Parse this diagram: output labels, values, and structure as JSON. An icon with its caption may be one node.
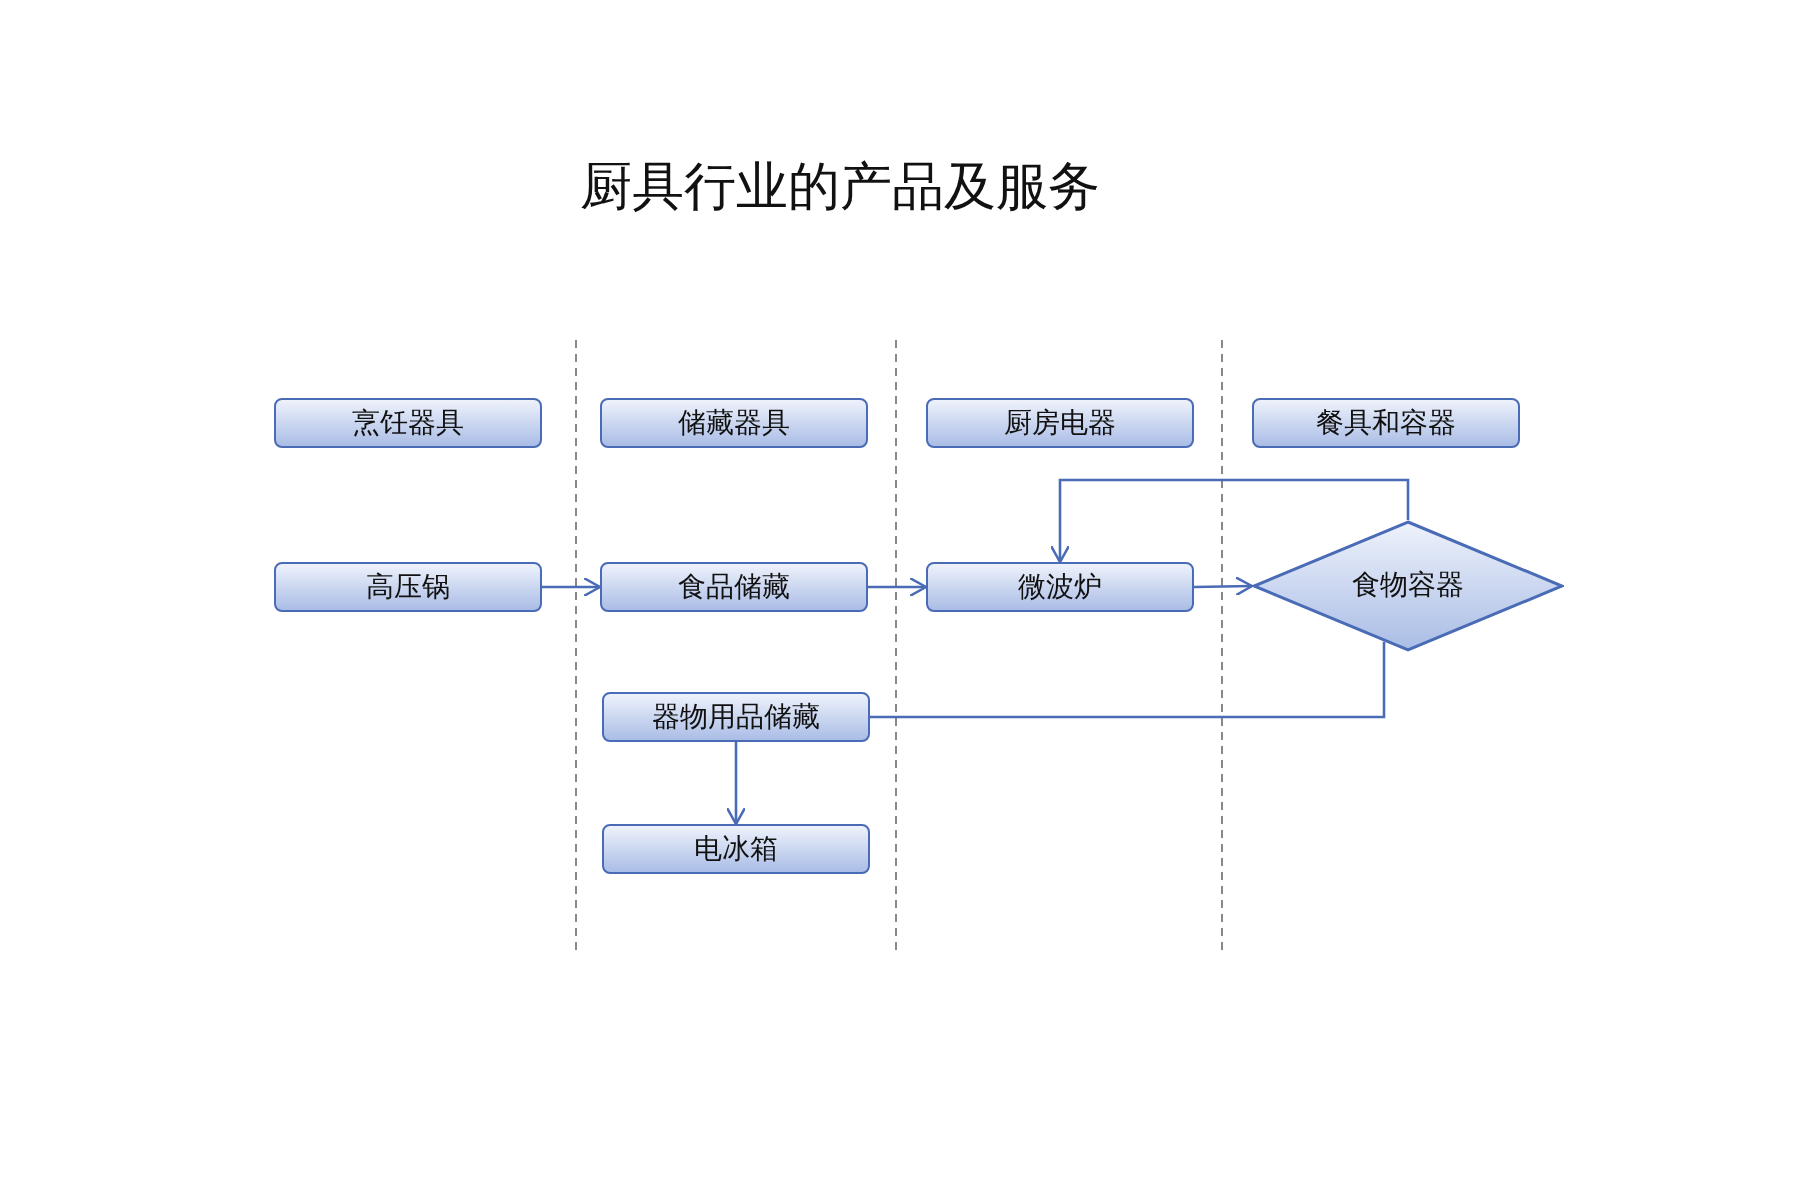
{
  "diagram": {
    "title": "厨具行业的产品及服务",
    "nodes": [
      {
        "text": [
          "烹饪器具"
        ]
      },
      {
        "text": [
          "储藏器具"
        ]
      },
      {
        "text": [
          "厨房电器"
        ]
      },
      {
        "text": [
          "餐具和容器"
        ]
      },
      {
        "text": [
          "高压锅"
        ]
      },
      {
        "text": [
          "食品储藏"
        ]
      },
      {
        "text": [
          "微波炉"
        ]
      },
      {
        "text": [
          "食物容器"
        ]
      },
      {
        "text": [
          "器物用品储藏"
        ]
      },
      {
        "text": [
          "电冰箱"
        ]
      }
    ],
    "edges": [
      {
        "from": 4,
        "to": 5,
        "arrow": "to"
      },
      {
        "from": 5,
        "to": 6,
        "arrow": "to"
      },
      {
        "from": 6,
        "to": 7,
        "arrow": "to"
      },
      {
        "from": 7,
        "to": 6,
        "arrow": "to"
      },
      {
        "from": 7,
        "to": 8,
        "arrow": "none"
      },
      {
        "from": 8,
        "to": 9,
        "arrow": "to"
      }
    ]
  }
}
